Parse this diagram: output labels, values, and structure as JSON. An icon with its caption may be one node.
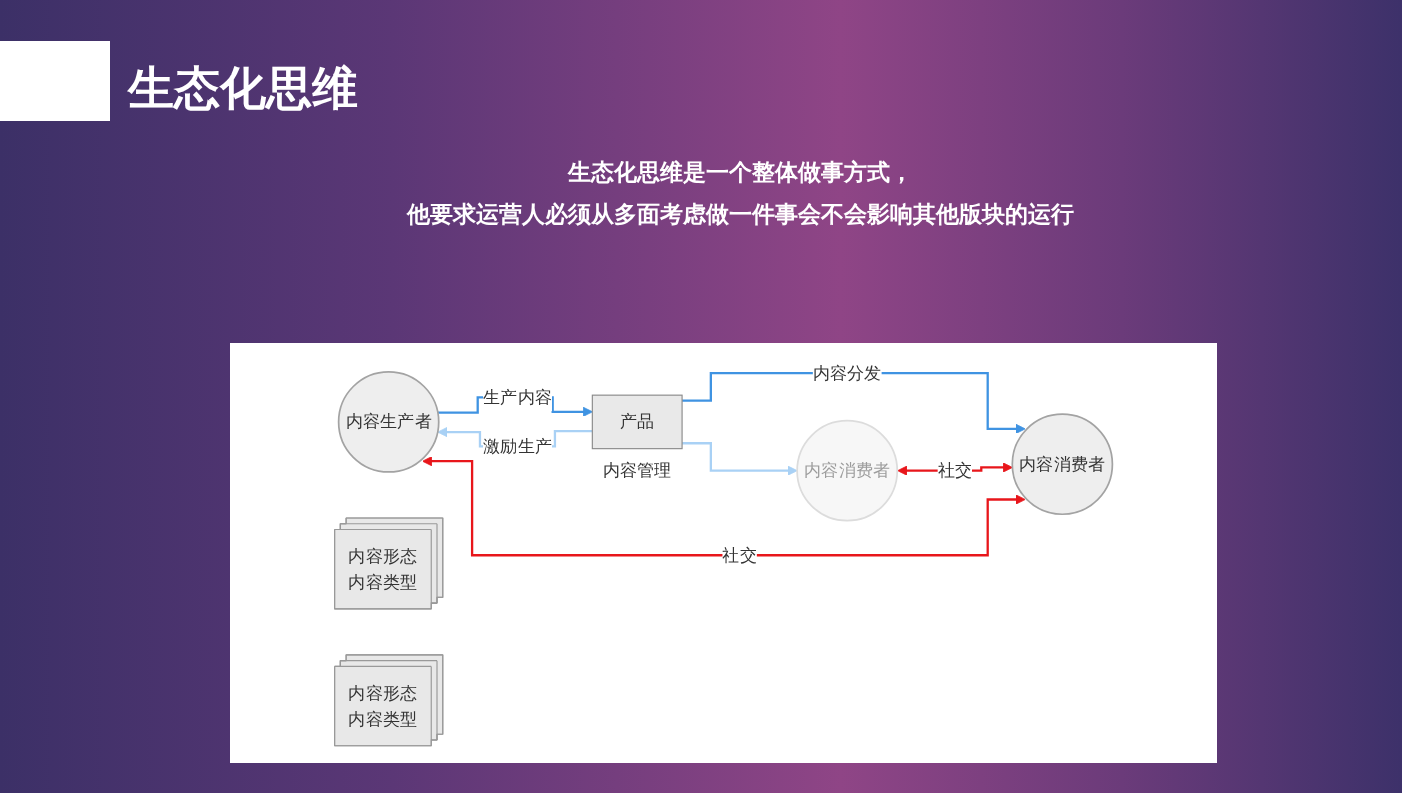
{
  "diagram": {
    "title": "生态化思维",
    "nodes": [
      {
        "text": [
          "内容生产者"
        ]
      },
      {
        "text": [
          "产品"
        ],
        "beside": [
          "内容管理"
        ]
      },
      {
        "text": [
          "内容形态",
          "内容类型"
        ]
      },
      {
        "text": [
          "内容形态",
          "内容类型"
        ]
      },
      {
        "text": [
          "内容消费者"
        ]
      },
      {
        "text": [
          "内容消费者"
        ]
      }
    ],
    "edges": [
      {
        "from": 0,
        "to": 1,
        "arrow": "to",
        "label": "生产内容",
        "color": "#3f93e2"
      },
      {
        "from": 1,
        "to": 0,
        "arrow": "to",
        "label": "激励生产",
        "color": "#a9d1f5"
      },
      {
        "from": 1,
        "to": 4,
        "arrow": "to",
        "color": "#a9d1f5"
      },
      {
        "from": 1,
        "to": 5,
        "arrow": "to",
        "label": "内容分发",
        "color": "#3f93e2"
      },
      {
        "from": 4,
        "to": 5,
        "arrow": "both",
        "label": "社交",
        "color": "#e8161b"
      },
      {
        "from": 0,
        "to": 5,
        "arrow": "both",
        "label": "社交",
        "color": "#e8161b"
      }
    ],
    "labels": [
      "生态化思维是一个整体做事方式，",
      "他要求运营人必须从多面考虑做一件事会不会影响其他版块的运行"
    ]
  }
}
